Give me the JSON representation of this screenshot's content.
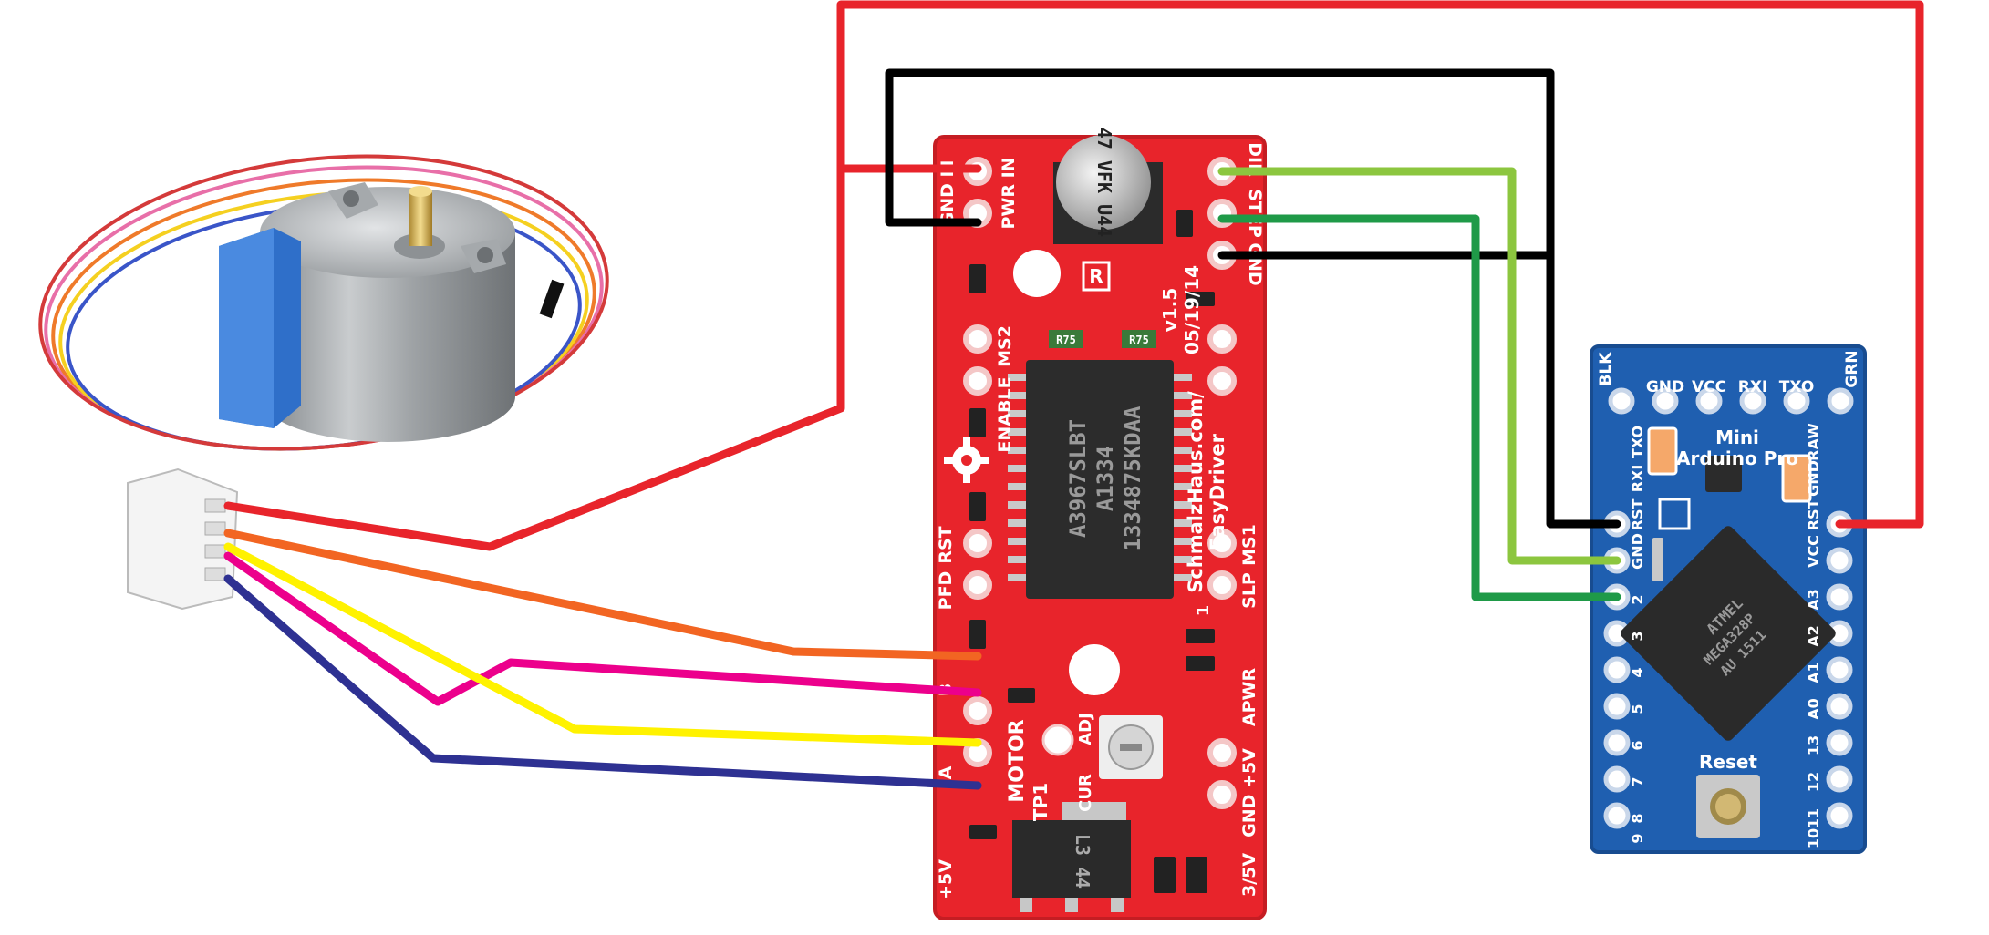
{
  "colors": {
    "driver_board": "#e8242b",
    "arduino_board": "#1f5fb0",
    "wire_power": "#e8242b",
    "wire_ground": "#000000",
    "wire_step": "#8cc63f",
    "wire_dir": "#1f9a48",
    "wire_coil_orange": "#f26522",
    "wire_coil_pink": "#ec008c",
    "wire_coil_yellow": "#fff200",
    "wire_coil_blue": "#2e3192"
  },
  "easydriver": {
    "pwr_in": "PWR IN",
    "gnd_m": "GND  M",
    "dir": "DIR",
    "step": "STEP",
    "gnd": "GND",
    "version": "v1.5",
    "date": "05/19/14",
    "url": "SchmalzHaus.com/",
    "name": "EasyDriver",
    "ms2": "MS2",
    "enable": "ENABLE",
    "ms1": "MS1",
    "slp": "SLP",
    "rst": "RST",
    "pfd": "PFD",
    "apwr": "APWR",
    "chip_line1": "A3967SLBT",
    "chip_line2": "A1334",
    "chip_line3": "1334875KDAA",
    "cap_label": "47 VFK U44",
    "motor": "MOTOR",
    "b": "B",
    "a": "A",
    "tp1": "TP1",
    "adj": "ADJ",
    "cur": "CUR",
    "plus5v_left": "+5V",
    "gnd_plus5v": "GND +5V",
    "v35": "3/5V",
    "regulator": "L3 44",
    "r1": "R75",
    "r2": "R75",
    "one": "1"
  },
  "arduino": {
    "title_line1": "Mini",
    "title_line2": "Arduino Pro",
    "top_pins": [
      "BLK",
      "GND",
      "VCC",
      "RXI",
      "TXO",
      "GRN"
    ],
    "left_pins": [
      "TXO",
      "RXI",
      "RST",
      "GND",
      "2",
      "3",
      "4",
      "5",
      "6",
      "7",
      "8",
      "9"
    ],
    "right_pins": [
      "RAW",
      "GND",
      "RST",
      "VCC",
      "A3",
      "A2",
      "A1",
      "A0",
      "13",
      "12",
      "11",
      "10"
    ],
    "chip_brand": "ATMEL",
    "chip_line1": "MEGA328P",
    "chip_line2": "AU 1511",
    "reset": "Reset"
  }
}
